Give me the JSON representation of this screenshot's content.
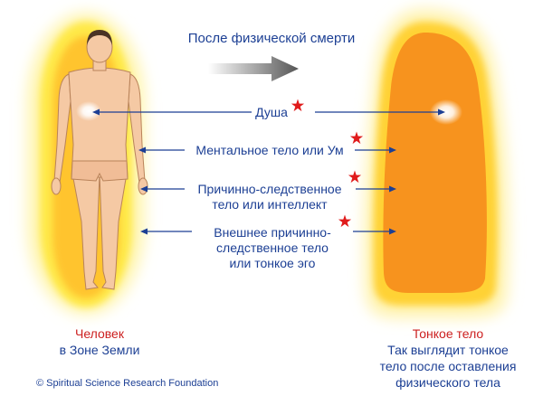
{
  "header": {
    "title": "После физической смерти"
  },
  "labels": {
    "soul": "Душа",
    "mental_body": "Ментальное тело или Ум",
    "causal_body_line1": "Причинно-следственное",
    "causal_body_line2": "тело или интеллект",
    "supracausal_line1": "Внешнее причинно-",
    "supracausal_line2": "следственное тело",
    "supracausal_line3": "или тонкое эго"
  },
  "left_caption": {
    "line1": "Человек",
    "line2": "в Зоне Земли"
  },
  "right_caption": {
    "line1": "Тонкое тело",
    "line2": "Так выглядит тонкое",
    "line3": "тело после оставления",
    "line4": "физического тела"
  },
  "copyright": "© Spiritual Science Research Foundation",
  "colors": {
    "text_blue": "#1c3f94",
    "star_red": "#e01b1b",
    "caption_red": "#cc1f1f",
    "subtle_body": "#f7931e",
    "aura_yellow": "#ffe94a",
    "skin": "#f5c9a4"
  }
}
